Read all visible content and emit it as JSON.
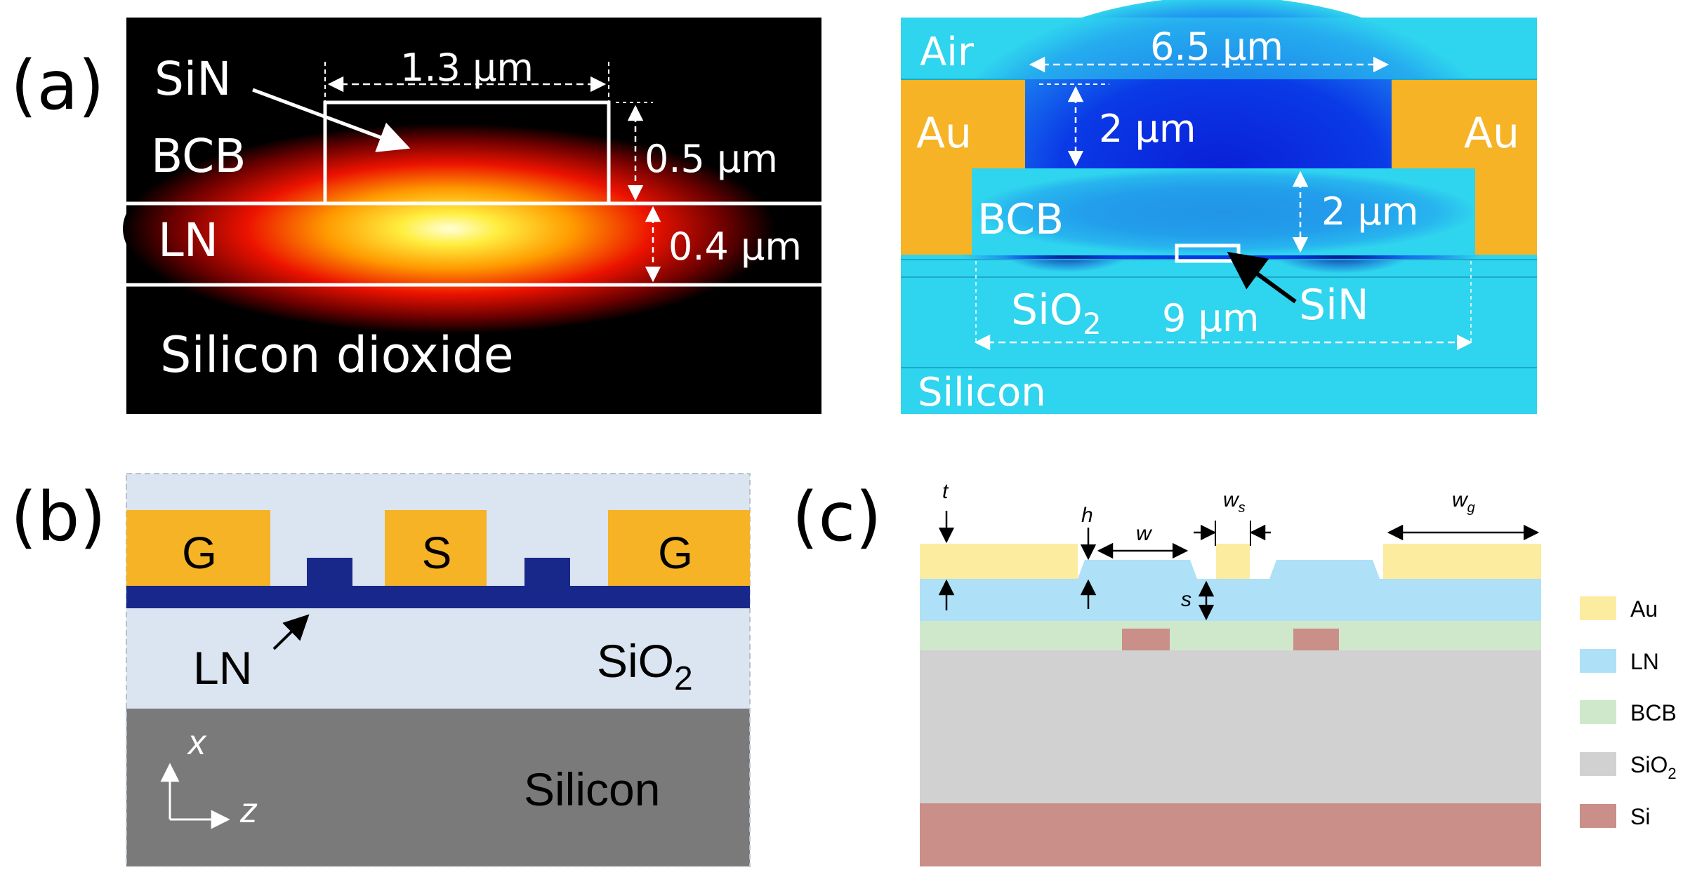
{
  "panel_a": {
    "label": "(a)",
    "left": {
      "layers": {
        "top": "BCB",
        "core": "SiN",
        "film": "LN",
        "bottom": "Silicon dioxide"
      },
      "dims": {
        "width": "1.3 μm",
        "sin_height": "0.5 μm",
        "ln_height": "0.4 μm"
      }
    },
    "right": {
      "labels": {
        "air": "Air",
        "au_left": "Au",
        "au_right": "Au",
        "bcb": "BCB",
        "sio2_main": "SiO",
        "sio2_sub": "2",
        "sin": "SiN",
        "silicon": "Silicon"
      },
      "dims": {
        "gap": "6.5 μm",
        "air_depth": "2 μm",
        "bcb_height": "2 μm",
        "bcb_width": "9 μm"
      }
    }
  },
  "panel_b": {
    "label": "(b)",
    "electrodes": [
      "G",
      "S",
      "G"
    ],
    "labels": {
      "ln": "LN",
      "sio2_main": "SiO",
      "sio2_sub": "2",
      "silicon": "Silicon",
      "axis_x": "x",
      "axis_z": "z"
    }
  },
  "panel_c": {
    "label": "(c)",
    "dims": {
      "t": "t",
      "h": "h",
      "w": "w",
      "ws_main": "w",
      "ws_sub": "s",
      "wg_main": "w",
      "wg_sub": "g",
      "s": "s"
    },
    "legend": [
      {
        "main": "Au",
        "sub": "",
        "color": "#fbeca0"
      },
      {
        "main": "LN",
        "sub": "",
        "color": "#aee0f7"
      },
      {
        "main": "BCB",
        "sub": "",
        "color": "#cfe8cc"
      },
      {
        "main": "SiO",
        "sub": "2",
        "color": "#d1d1d1"
      },
      {
        "main": "Si",
        "sub": "",
        "color": "#c98f88"
      }
    ]
  },
  "colors": {
    "gold": "#f5b325",
    "cyan": "#2fd4ee",
    "ln_navy": "#17288a",
    "silicon_gray": "#7a7a7a",
    "pale_blue": "#dbe5f1"
  }
}
